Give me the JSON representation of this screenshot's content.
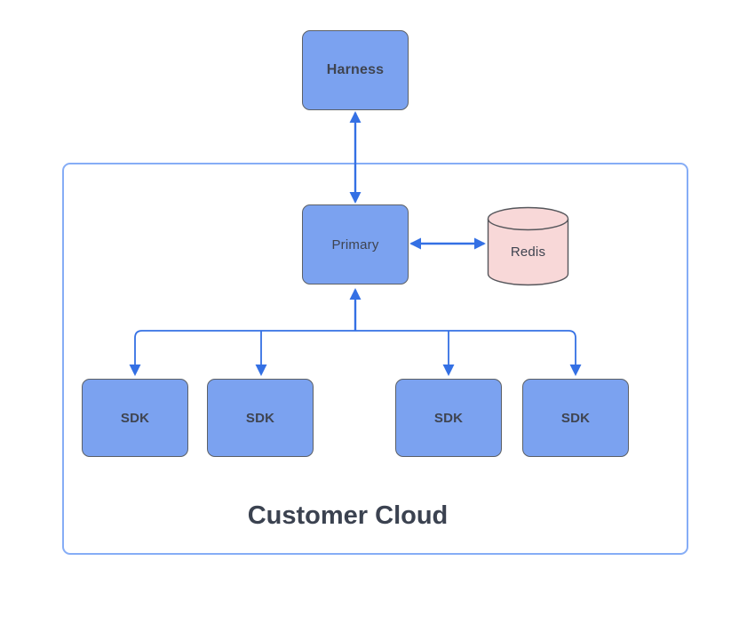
{
  "diagram": {
    "nodes": {
      "harness": {
        "label": "Harness",
        "shape": "box"
      },
      "primary": {
        "label": "Primary",
        "shape": "box"
      },
      "redis": {
        "label": "Redis",
        "shape": "cylinder"
      },
      "sdk_1": {
        "label": "SDK",
        "shape": "box"
      },
      "sdk_2": {
        "label": "SDK",
        "shape": "box"
      },
      "sdk_3": {
        "label": "SDK",
        "shape": "box"
      },
      "sdk_4": {
        "label": "SDK",
        "shape": "box"
      }
    },
    "container": {
      "label": "Customer Cloud"
    },
    "edges": [
      {
        "from": "harness",
        "to": "primary",
        "direction": "bidirectional"
      },
      {
        "from": "primary",
        "to": "redis",
        "direction": "bidirectional"
      },
      {
        "from": "sdk_fanout_bus",
        "to": "primary",
        "direction": "up"
      },
      {
        "from": "primary",
        "to": "sdk_1",
        "direction": "down"
      },
      {
        "from": "primary",
        "to": "sdk_2",
        "direction": "down"
      },
      {
        "from": "primary",
        "to": "sdk_3",
        "direction": "down"
      },
      {
        "from": "primary",
        "to": "sdk_4",
        "direction": "down"
      }
    ],
    "colors": {
      "node_fill": "#7ba2f0",
      "node_border": "#5c6066",
      "redis_fill": "#f8d8d8",
      "arrow": "#3470e4",
      "container_border": "#86adf6",
      "label_text": "#3f4450"
    }
  }
}
